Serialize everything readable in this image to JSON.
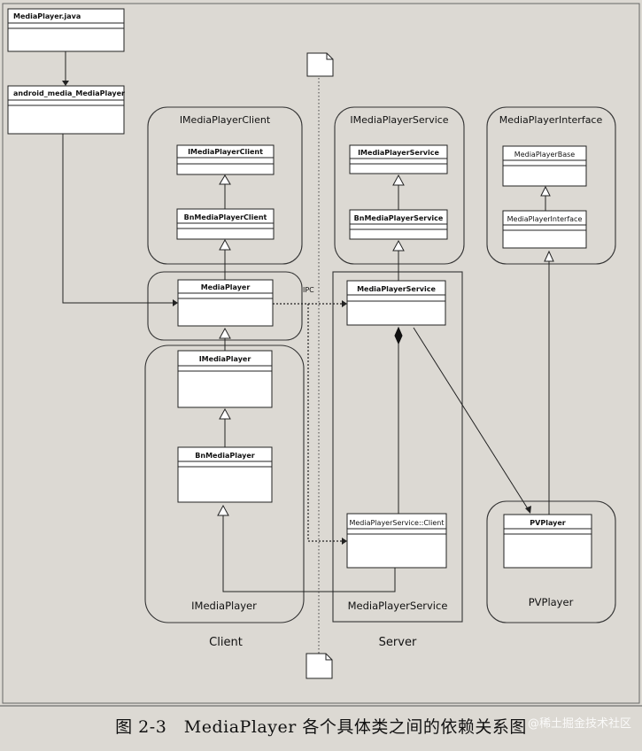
{
  "classes": {
    "java": "MediaPlayer.java",
    "jni": "android_media_MediaPlayer",
    "iclient": "IMediaPlayerClient",
    "bnclient": "BnMediaPlayerClient",
    "mediaplayer": "MediaPlayer",
    "imediaplayer": "IMediaPlayer",
    "bnmediaplayer": "BnMediaPlayer",
    "iservice": "IMediaPlayerService",
    "bnservice": "BnMediaPlayerService",
    "service": "MediaPlayerService",
    "serviceclient": "MediaPlayerService::Client",
    "playerbase": "MediaPlayerBase",
    "playerinterface": "MediaPlayerInterface",
    "pvplayer": "PVPlayer"
  },
  "groups": {
    "iclient_title": "IMediaPlayerClient",
    "iservice_title": "IMediaPlayerService",
    "interface_title": "MediaPlayerInterface",
    "imediaplayer_footer": "IMediaPlayer",
    "service_footer": "MediaPlayerService",
    "pvplayer_footer": "PVPlayer"
  },
  "labels": {
    "ipc": "IPC",
    "client": "Client",
    "server": "Server"
  },
  "caption": "图 2-3　MediaPlayer 各个具体类之间的依赖关系图",
  "watermark": "@稀土掘金技术社区"
}
